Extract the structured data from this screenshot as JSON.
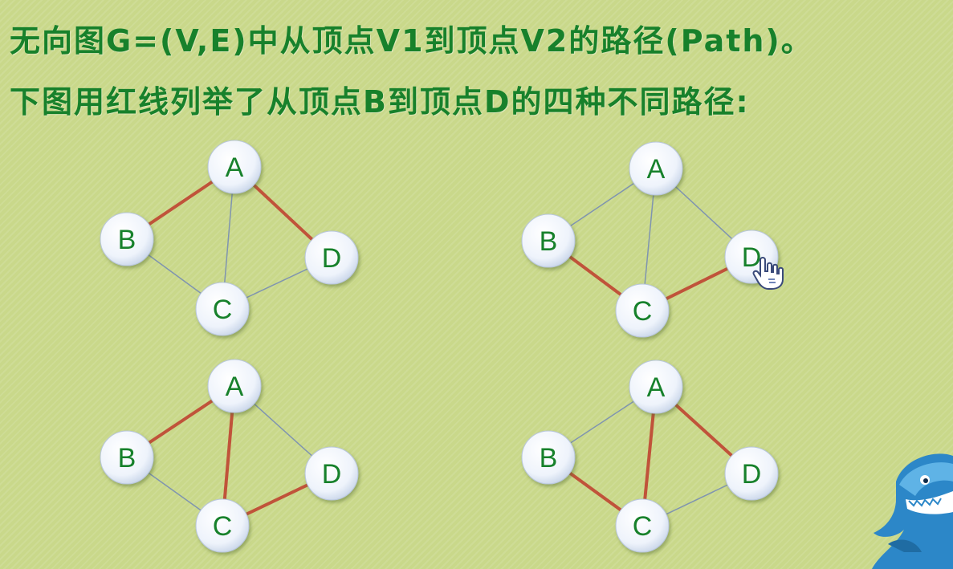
{
  "heading": {
    "line1": "无向图G=(V,E)中从顶点V1到顶点V2的路径(Path)。",
    "line2": "下图用红线列举了从顶点B到顶点D的四种不同路径:"
  },
  "colors": {
    "text": "#17812b",
    "path_edge": "#c0533a",
    "other_edge": "#7f94b0",
    "node_fill": "#eef3fb",
    "background": "#c9d88a"
  },
  "graphs": [
    {
      "nodes": [
        {
          "id": "A",
          "label": "A"
        },
        {
          "id": "B",
          "label": "B"
        },
        {
          "id": "C",
          "label": "C"
        },
        {
          "id": "D",
          "label": "D"
        }
      ],
      "edges": [
        {
          "from": "A",
          "to": "B",
          "highlighted": true
        },
        {
          "from": "A",
          "to": "D",
          "highlighted": true
        },
        {
          "from": "A",
          "to": "C",
          "highlighted": false
        },
        {
          "from": "B",
          "to": "C",
          "highlighted": false
        },
        {
          "from": "C",
          "to": "D",
          "highlighted": false
        }
      ]
    },
    {
      "nodes": [
        {
          "id": "A",
          "label": "A"
        },
        {
          "id": "B",
          "label": "B"
        },
        {
          "id": "C",
          "label": "C"
        },
        {
          "id": "D",
          "label": "D"
        }
      ],
      "edges": [
        {
          "from": "A",
          "to": "B",
          "highlighted": false
        },
        {
          "from": "A",
          "to": "D",
          "highlighted": false
        },
        {
          "from": "A",
          "to": "C",
          "highlighted": false
        },
        {
          "from": "B",
          "to": "C",
          "highlighted": true
        },
        {
          "from": "C",
          "to": "D",
          "highlighted": true
        }
      ]
    },
    {
      "nodes": [
        {
          "id": "A",
          "label": "A"
        },
        {
          "id": "B",
          "label": "B"
        },
        {
          "id": "C",
          "label": "C"
        },
        {
          "id": "D",
          "label": "D"
        }
      ],
      "edges": [
        {
          "from": "A",
          "to": "B",
          "highlighted": true
        },
        {
          "from": "A",
          "to": "C",
          "highlighted": true
        },
        {
          "from": "C",
          "to": "D",
          "highlighted": true
        },
        {
          "from": "A",
          "to": "D",
          "highlighted": false
        },
        {
          "from": "B",
          "to": "C",
          "highlighted": false
        }
      ]
    },
    {
      "nodes": [
        {
          "id": "A",
          "label": "A"
        },
        {
          "id": "B",
          "label": "B"
        },
        {
          "id": "C",
          "label": "C"
        },
        {
          "id": "D",
          "label": "D"
        }
      ],
      "edges": [
        {
          "from": "B",
          "to": "C",
          "highlighted": true
        },
        {
          "from": "A",
          "to": "C",
          "highlighted": true
        },
        {
          "from": "A",
          "to": "D",
          "highlighted": true
        },
        {
          "from": "A",
          "to": "B",
          "highlighted": false
        },
        {
          "from": "C",
          "to": "D",
          "highlighted": false
        }
      ]
    }
  ],
  "icons": {
    "cursor": "hand-pointer-icon",
    "mascot": "shark-mascot-icon"
  }
}
